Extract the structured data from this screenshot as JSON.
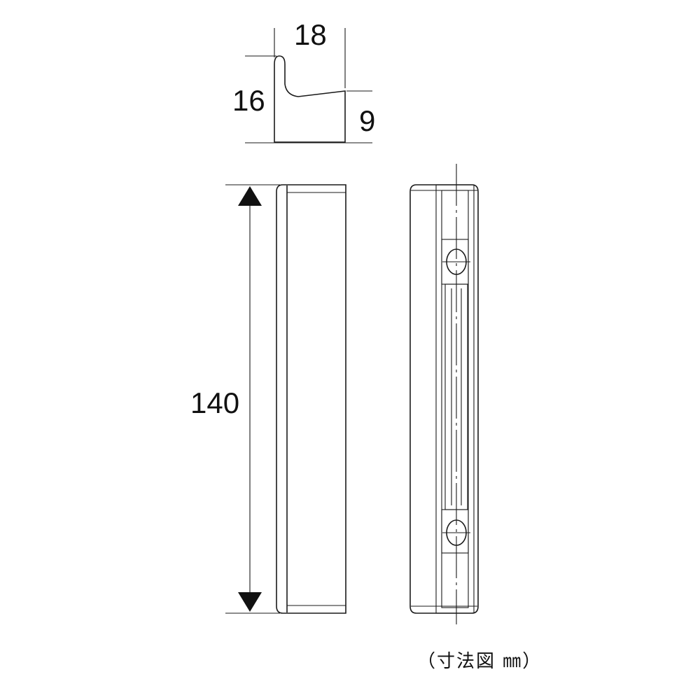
{
  "dimensions": {
    "width": "18",
    "height": "16",
    "depth": "9",
    "length": "140"
  },
  "caption": "（寸法図 ㎜）"
}
